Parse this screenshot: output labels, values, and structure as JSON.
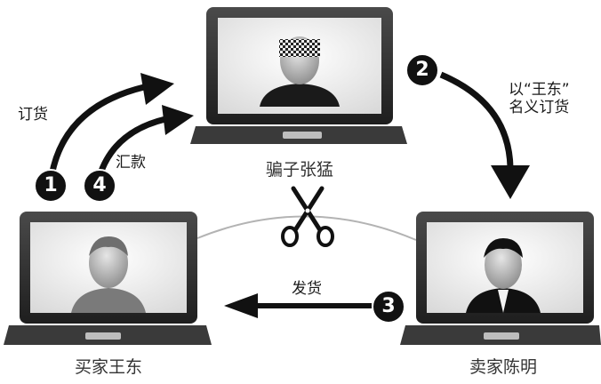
{
  "nodes": {
    "scammer": {
      "caption": "骗子张猛"
    },
    "buyer": {
      "caption": "买家王东"
    },
    "seller": {
      "caption": "卖家陈明"
    }
  },
  "steps": [
    {
      "number": "1",
      "label": "订货"
    },
    {
      "number": "2",
      "label": "以“王东”\n名义订货"
    },
    {
      "number": "3",
      "label": "发货"
    },
    {
      "number": "4",
      "label": "汇款"
    }
  ],
  "icons": {
    "cut_link": "scissors-icon",
    "person": "person-silhouette-icon",
    "device": "laptop-icon"
  },
  "colors": {
    "arrow": "#111111",
    "screen_bg": "#f2f2f2",
    "laptop_body": "#2f2f2f",
    "link_line": "#b3b3b3"
  }
}
